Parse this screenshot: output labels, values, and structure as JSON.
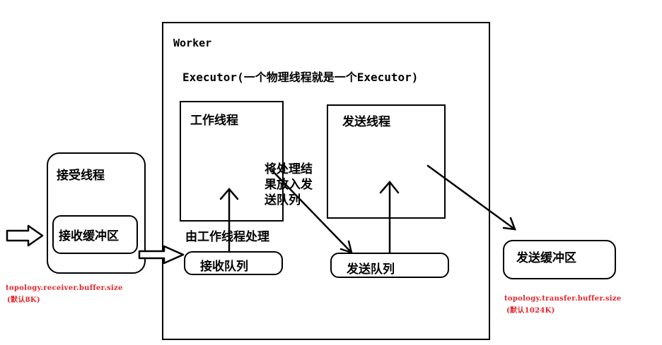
{
  "worker": {
    "title": "Worker"
  },
  "executor": {
    "title": "Executor(一个物理线程就是一个Executor)"
  },
  "work_thread": {
    "label": "工作线程"
  },
  "send_thread": {
    "label": "发送线程"
  },
  "receive_thread": {
    "label": "接受线程",
    "buffer_label": "接收缓冲区"
  },
  "receive_queue": {
    "label": "接收队列",
    "caption": "由工作线程处理"
  },
  "send_queue": {
    "label": "发送队列"
  },
  "send_buffer": {
    "label": "发送缓冲区"
  },
  "note_send": {
    "line1": "将处理结",
    "line2": "果放入发",
    "line3": "送队列"
  },
  "config_receiver": {
    "key": "topology.receiver.buffer.size",
    "default": "(默认8K)"
  },
  "config_transfer": {
    "key": "topology.transfer.buffer.size",
    "default": "(默认1024K)"
  }
}
